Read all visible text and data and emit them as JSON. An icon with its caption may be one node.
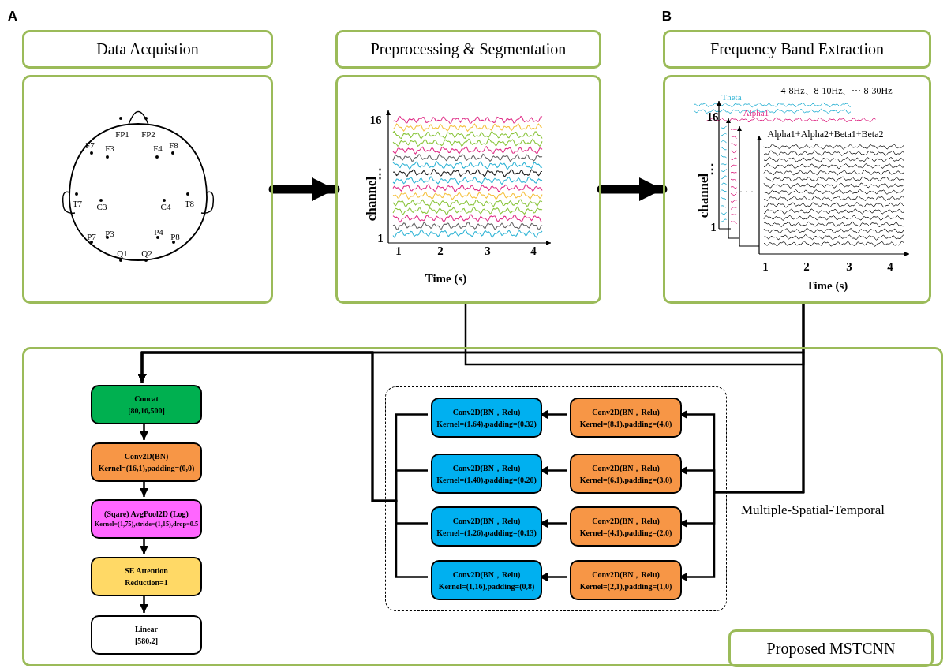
{
  "diagram": {
    "nodes": [
      {
        "text": [
          "Data Acquistion"
        ]
      },
      {
        "text": [
          "Preprocessing & Segmentation"
        ]
      },
      {
        "text": [
          "Frequency Band Extraction"
        ]
      },
      {
        "text": [],
        "shape": "box"
      },
      {
        "text": [],
        "shape": "box"
      },
      {
        "text": [],
        "shape": "box"
      },
      {
        "text": [],
        "shape": "box"
      },
      {
        "text": [
          "Concat",
          "[80,16,500]"
        ],
        "in": 6
      },
      {
        "text": [
          "Conv2D(BN)",
          "Kernel=(16,1),padding=(0,0)"
        ],
        "in": 6
      },
      {
        "text": [
          "(Sqare) AvgPool2D (Log)",
          "Kernel=(1,75),stride=(1,15),drop=0.5"
        ],
        "in": 6
      },
      {
        "text": [
          "SE Attention",
          "Reduction=1"
        ],
        "in": 6
      },
      {
        "text": [
          "Linear",
          "[580,2]"
        ],
        "in": 6
      },
      {
        "text": [
          "Multiple-Spatial-Temporal"
        ],
        "in": 6
      },
      {
        "text": [
          "Conv2D(BN，Relu)",
          "Kernel=(1,64),padding=(0,32)"
        ],
        "in": 12
      },
      {
        "text": [
          "Conv2D(BN，Relu)",
          "Kernel=(8,1),padding=(4,0)"
        ],
        "in": 12
      },
      {
        "text": [
          "Conv2D(BN，Relu)",
          "Kernel=(1,40),padding=(0,20)"
        ],
        "in": 12
      },
      {
        "text": [
          "Conv2D(BN，Relu)",
          "Kernel=(6,1),padding=(3,0)"
        ],
        "in": 12
      },
      {
        "text": [
          "Conv2D(BN，Relu)",
          "Kernel=(1,26),padding=(0,13)"
        ],
        "in": 12
      },
      {
        "text": [
          "Conv2D(BN，Relu)",
          "Kernel=(4,1),padding=(2,0)"
        ],
        "in": 12
      },
      {
        "text": [
          "Conv2D(BN，Relu)",
          "Kernel=(1,16),padding=(0,8)"
        ],
        "in": 12
      },
      {
        "text": [
          "Conv2D(BN，Relu)",
          "Kernel=(2,1),padding=(1,0)"
        ],
        "in": 12
      },
      {
        "text": [
          "Proposed MSTCNN"
        ],
        "in": 6
      }
    ],
    "edges": [
      {
        "from": 3,
        "to": 4,
        "arrow": "to",
        "style": "thick"
      },
      {
        "from": 4,
        "to": 5,
        "arrow": "to",
        "style": "thick"
      },
      {
        "from": 4,
        "to": 7,
        "arrow": "to"
      },
      {
        "from": 5,
        "to": 7,
        "arrow": "to"
      },
      {
        "from": 5,
        "to": 14,
        "arrow": "to"
      },
      {
        "from": 5,
        "to": 16,
        "arrow": "to"
      },
      {
        "from": 5,
        "to": 18,
        "arrow": "to"
      },
      {
        "from": 5,
        "to": 20,
        "arrow": "to"
      },
      {
        "from": 14,
        "to": 13,
        "arrow": "to"
      },
      {
        "from": 16,
        "to": 15,
        "arrow": "to"
      },
      {
        "from": 18,
        "to": 17,
        "arrow": "to"
      },
      {
        "from": 20,
        "to": 19,
        "arrow": "to"
      },
      {
        "from": 13,
        "to": 7,
        "arrow": "to"
      },
      {
        "from": 15,
        "to": 7,
        "arrow": "to"
      },
      {
        "from": 17,
        "to": 7,
        "arrow": "to"
      },
      {
        "from": 19,
        "to": 7,
        "arrow": "to"
      },
      {
        "from": 7,
        "to": 8,
        "arrow": "to"
      },
      {
        "from": 8,
        "to": 9,
        "arrow": "to"
      },
      {
        "from": 9,
        "to": 10,
        "arrow": "to"
      },
      {
        "from": 10,
        "to": 11,
        "arrow": "to"
      }
    ],
    "labels": [
      "A",
      "FP1",
      "FP2",
      "F7",
      "F3",
      "F4",
      "F8",
      "T7",
      "C3",
      "C4",
      "T8",
      "P7",
      "P3",
      "P4",
      "P8",
      "Q1",
      "Q2",
      "16",
      "⋮",
      "channel",
      "1",
      "1",
      "2",
      "3",
      "4",
      "Time (s)",
      "B",
      "4-8Hz、8-10Hz、⋯ 8-30Hz",
      "Theta",
      "16",
      "Alpha1",
      "Alpha1+Alpha2+Beta1+Beta2",
      "⋮",
      "channel",
      "· · ·",
      "1",
      "1",
      "2",
      "3",
      "4",
      "Time (s)"
    ]
  }
}
